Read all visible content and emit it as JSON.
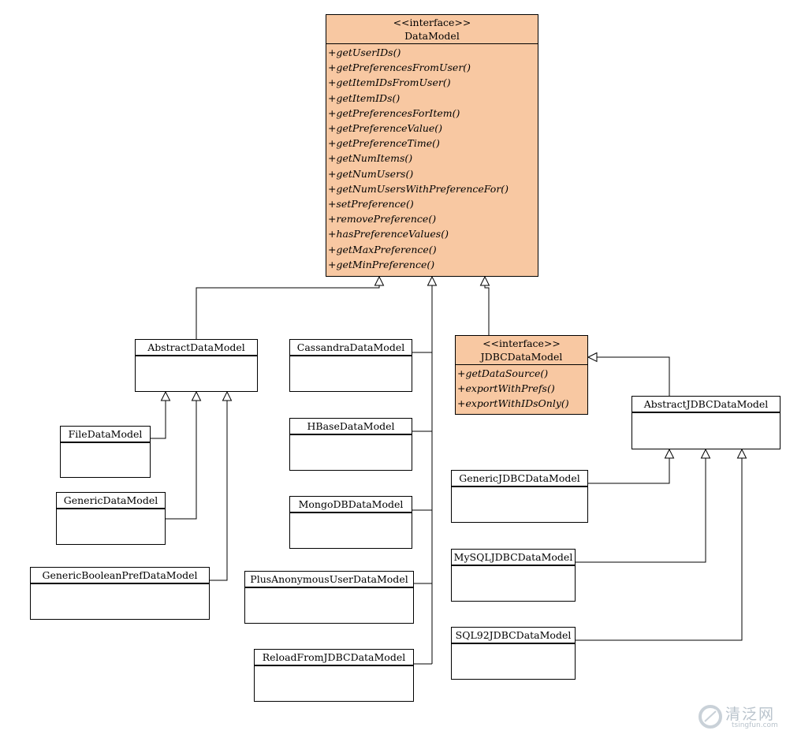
{
  "datamodel": {
    "stereotype": "<<interface>>",
    "name": "DataModel",
    "ops": [
      "+getUserIDs()",
      "+getPreferencesFromUser()",
      "+getItemIDsFromUser()",
      "+getItemIDs()",
      "+getPreferencesForItem()",
      "+getPreferenceValue()",
      "+getPreferenceTime()",
      "+getNumItems()",
      "+getNumUsers()",
      "+getNumUsersWithPreferenceFor()",
      "+setPreference()",
      "+removePreference()",
      "+hasPreferenceValues()",
      "+getMaxPreference()",
      "+getMinPreference()"
    ]
  },
  "jdbcdatamodel": {
    "stereotype": "<<interface>>",
    "name": "JDBCDataModel",
    "ops": [
      "+getDataSource()",
      "+exportWithPrefs()",
      "+exportWithIDsOnly()"
    ]
  },
  "classes": {
    "abstract_data_model": "AbstractDataModel",
    "file_data_model": "FileDataModel",
    "generic_data_model": "GenericDataModel",
    "generic_boolean_pref_data_model": "GenericBooleanPrefDataModel",
    "cassandra_data_model": "CassandraDataModel",
    "hbase_data_model": "HBaseDataModel",
    "mongodb_data_model": "MongoDBDataModel",
    "plus_anonymous_user_data_model": "PlusAnonymousUserDataModel",
    "reload_from_jdbc_data_model": "ReloadFromJDBCDataModel",
    "abstract_jdbc_data_model": "AbstractJDBCDataModel",
    "generic_jdbc_data_model": "GenericJDBCDataModel",
    "mysql_jdbc_data_model": "MySQLJDBCDataModel",
    "sql92_jdbc_data_model": "SQL92JDBCDataModel"
  },
  "watermark": {
    "text": "清泛网",
    "sub": "tsingfun.com"
  },
  "colors": {
    "interface_fill": "#f8c8a2",
    "line": "#000000",
    "watermark": "#b9c3cc"
  }
}
